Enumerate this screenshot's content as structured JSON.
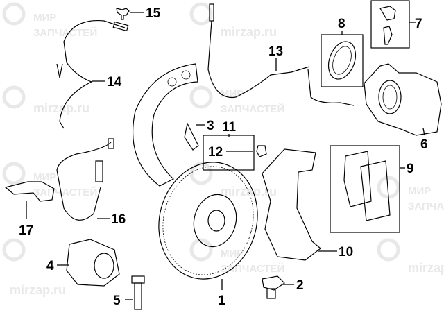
{
  "watermark": {
    "brand_line1": "МИР",
    "brand_line2": "ЗАПЧАСТЕЙ",
    "site": "mirzap.ru",
    "color": "#e8e8e8"
  },
  "callouts": {
    "c1": "1",
    "c2": "2",
    "c3": "3",
    "c4": "4",
    "c5": "5",
    "c6": "6",
    "c7": "7",
    "c8": "8",
    "c9": "9",
    "c10": "10",
    "c11": "11",
    "c12": "12",
    "c13": "13",
    "c14": "14",
    "c15": "15",
    "c16": "16",
    "c17": "17"
  }
}
